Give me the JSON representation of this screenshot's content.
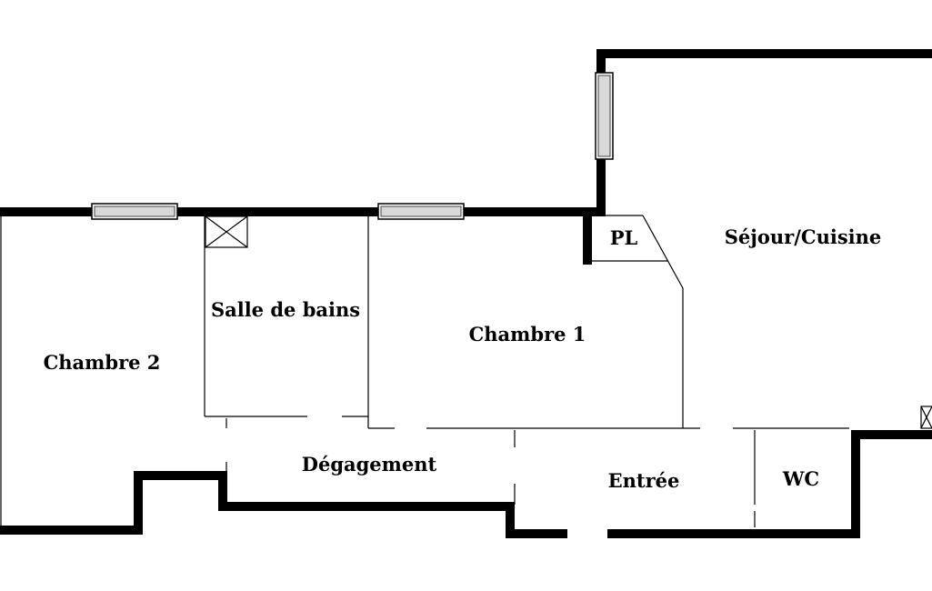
{
  "rooms": {
    "sejour": "Séjour/Cuisine",
    "pl": "PL",
    "chambre1": "Chambre 1",
    "sdb": "Salle de bains",
    "chambre2": "Chambre 2",
    "degagement": "Dégagement",
    "entree": "Entrée",
    "wc": "WC"
  },
  "colors": {
    "wall": "#000000",
    "window_fill": "#d9d9d9",
    "background": "#ffffff"
  }
}
